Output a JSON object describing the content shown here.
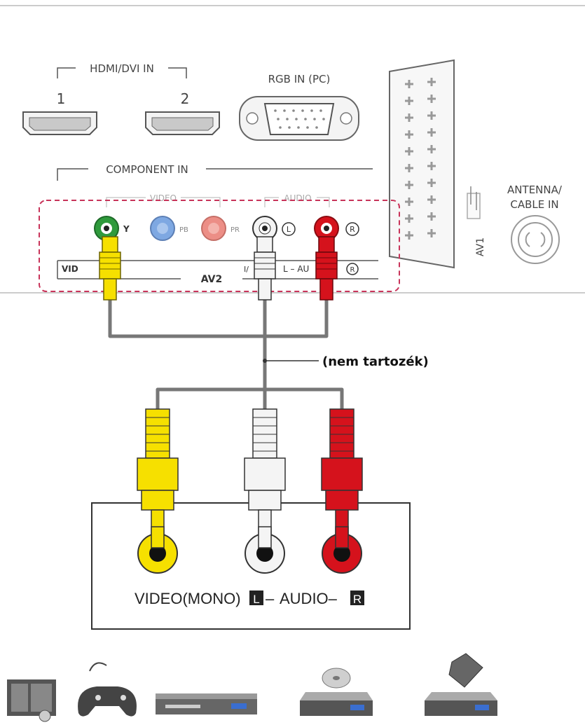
{
  "tv_panel": {
    "hdmi_group_label": "HDMI/DVI IN",
    "hdmi_port_1": "1",
    "hdmi_port_2": "2",
    "rgb_label": "RGB IN (PC)",
    "component_label": "COMPONENT IN",
    "video_label": "VIDEO",
    "audio_label": "AUDIO",
    "y_label": "Y",
    "pb_label": "PB",
    "pr_label": "PR",
    "l_label": "L",
    "r_label": "R",
    "av2_label": "AV2",
    "av2_video_label": "VID",
    "av2_audio_label": "L – AU",
    "av2_audio_prefix": "I/",
    "av2_r_label": "R",
    "av1_label": "AV1",
    "antenna_label_1": "ANTENNA/",
    "antenna_label_2": "CABLE IN"
  },
  "cable_note": "(nem tartozék)",
  "device_panel": {
    "label_video": "VIDEO(MONO)",
    "label_l": "L",
    "label_dash1": "–",
    "label_audio": "AUDIO–",
    "label_r": "R"
  },
  "colors": {
    "yellow": "#f6e000",
    "white": "#f4f4f4",
    "red": "#d5121c",
    "green": "#2f9a3c",
    "blue": "#7ea8e2",
    "pink": "#ec8e86",
    "dash": "#c8345a",
    "cable": "#777777"
  },
  "icons": [
    "video-camera-icon",
    "gamepad-icon",
    "dvd-player-icon",
    "disc-player-icon",
    "recorder-icon"
  ]
}
